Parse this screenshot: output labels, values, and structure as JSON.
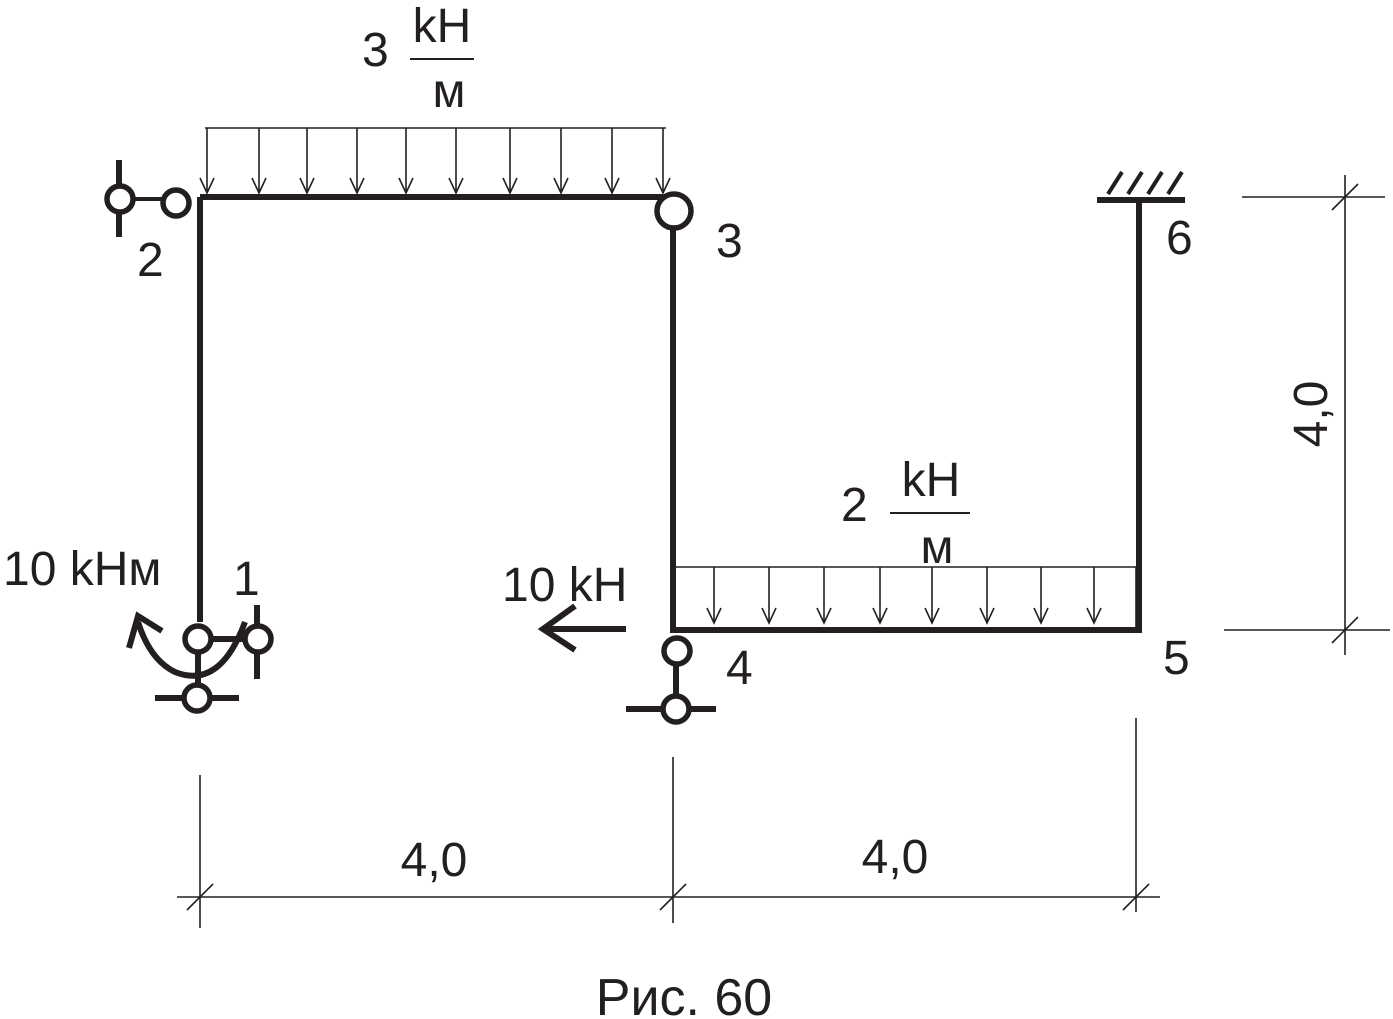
{
  "nodes": {
    "n1": "1",
    "n2": "2",
    "n3": "3",
    "n4": "4",
    "n5": "5",
    "n6": "6"
  },
  "loads": {
    "q_top": {
      "value": "3",
      "unit_num": "kH",
      "unit_den": "м"
    },
    "q_bottom": {
      "value": "2",
      "unit_num": "kH",
      "unit_den": "м"
    },
    "moment_label": "10 kHм",
    "force_label": "10 kH"
  },
  "dimensions": {
    "left_span": "4,0",
    "right_span": "4,0",
    "height": "4,0"
  },
  "caption": "Рис. 60",
  "colors": {
    "ink": "#231f20",
    "background": "#ffffff"
  }
}
